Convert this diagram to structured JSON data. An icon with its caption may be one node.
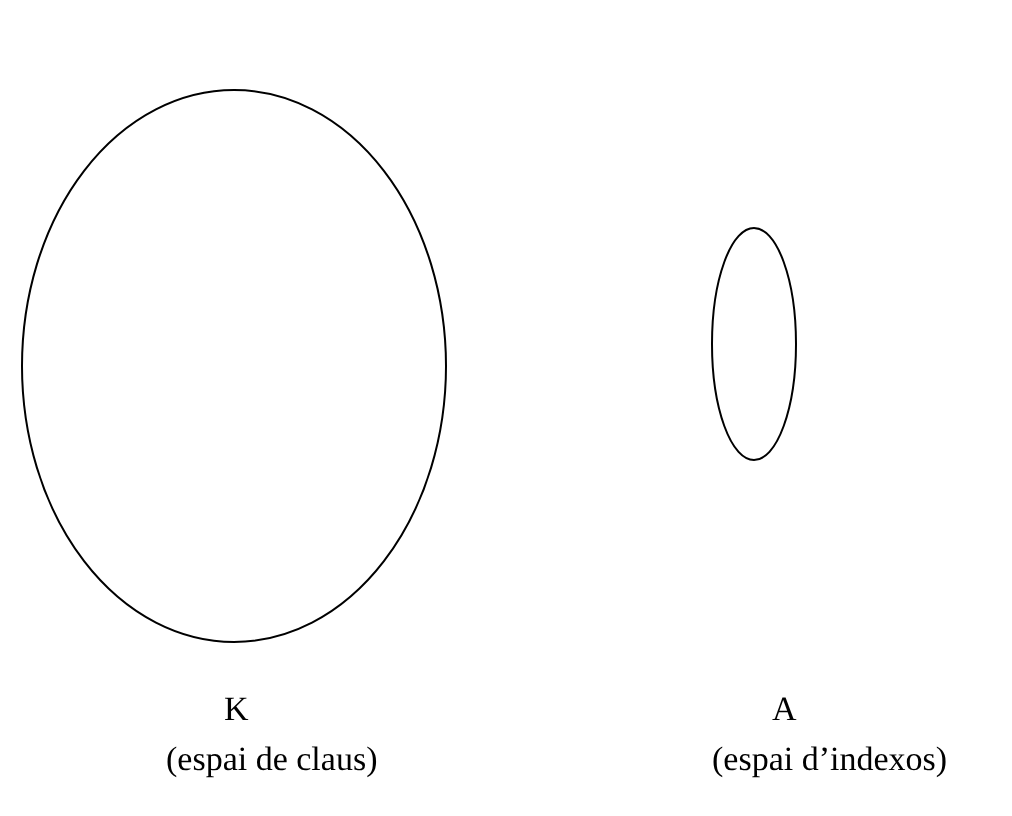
{
  "diagram": {
    "nodes": [
      {
        "text": [],
        "shape": "ellipse",
        "beside": [
          "K",
          "(espai de claus)"
        ]
      },
      {
        "text": [],
        "shape": "ellipse",
        "beside": [
          "A",
          "(espai d’indexos)"
        ]
      }
    ]
  }
}
